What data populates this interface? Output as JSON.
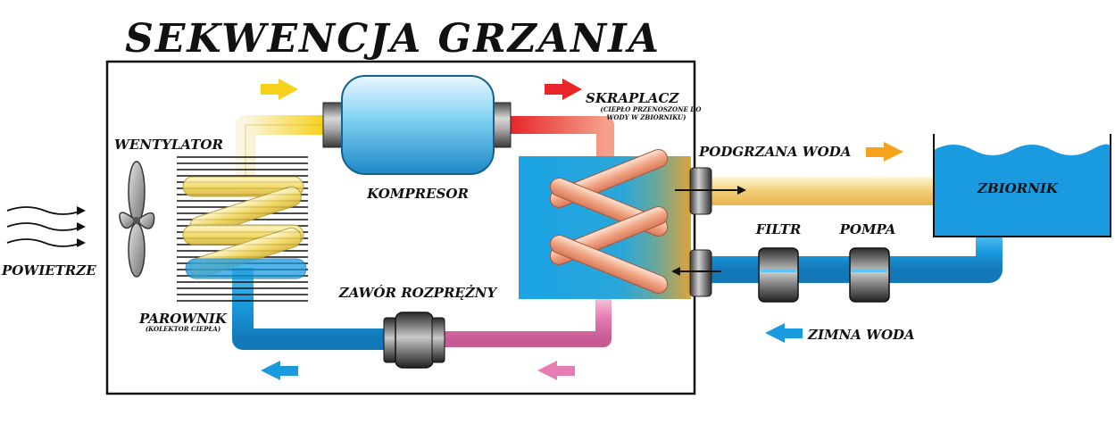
{
  "title": "SEKWENCJA GRZANIA",
  "labels": {
    "wentylator": "WENTYLATOR",
    "powietrze": "POWIETRZE",
    "kompresor": "KOMPRESOR",
    "skraplacz": "SKRAPLACZ",
    "skraplacz_sub_1": "(CIEPŁO PRZENOSZONE DO",
    "skraplacz_sub_2": "WODY W ZBIORNIKU)",
    "podgrzana_woda": "PODGRZANA WODA",
    "zbiornik": "ZBIORNIK",
    "filtr": "FILTR",
    "pompa": "POMPA",
    "zawor": "ZAWÓR ROZPRĘŻNY",
    "parownik": "PAROWNIK",
    "parownik_sub": "(KOLEKTOR CIEPŁA)",
    "zimna_woda": "ZIMNA WODA"
  },
  "colors": {
    "hot": "#e8262a",
    "warm": "#f5a31a",
    "yellow": "#f7d21c",
    "cold_water": "#1a9be0",
    "refrigerant_pink": "#e67eb4",
    "pipe_light": "#f7eeb8"
  }
}
